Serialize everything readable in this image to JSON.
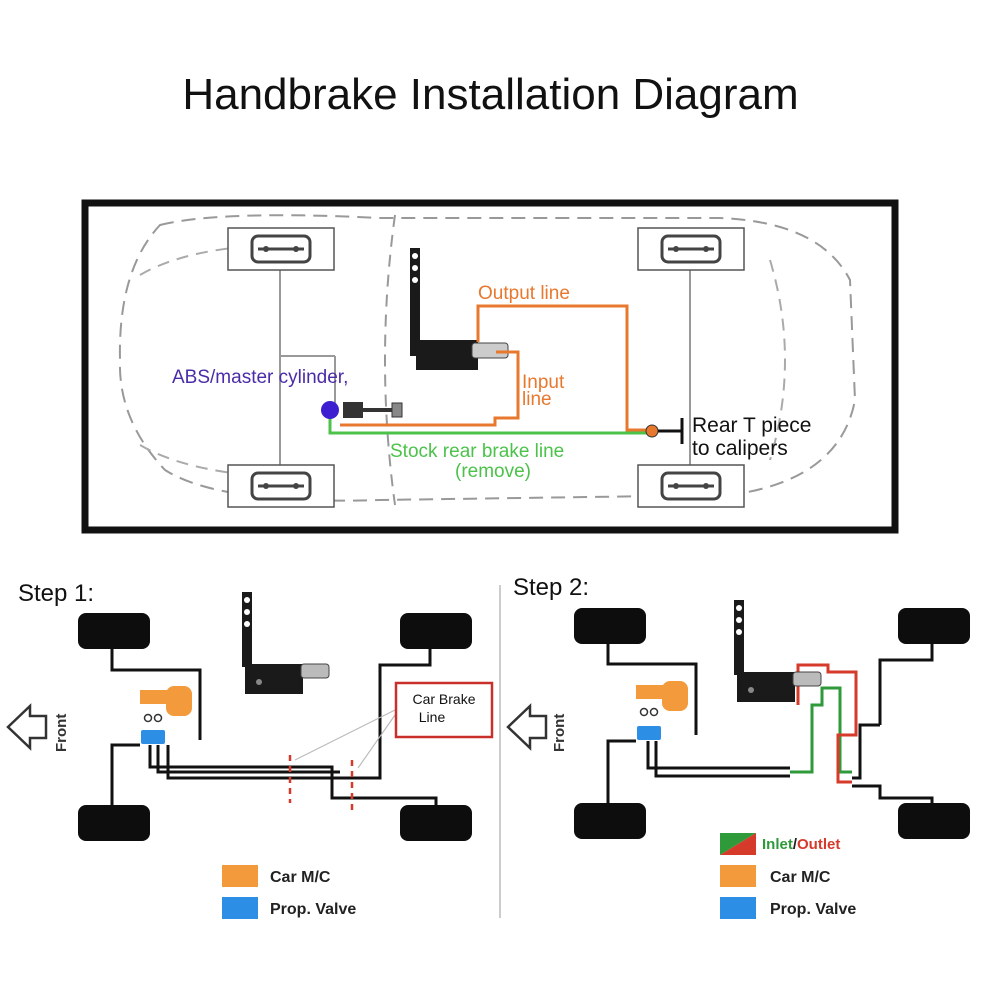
{
  "title": "Handbrake Installation Diagram",
  "overview": {
    "abs_label": "ABS/master cylinder,",
    "output_label": "Output line",
    "input_label_1": "Input",
    "input_label_2": "line",
    "stock_label_1": "Stock rear brake line",
    "stock_label_2": "(remove)",
    "tpiece_label_1": "Rear T piece",
    "tpiece_label_2": "to calipers"
  },
  "step1": {
    "heading": "Step 1:",
    "front_label": "Front",
    "callout_1": "Car Brake",
    "callout_2": "Line",
    "legend": [
      {
        "label": "Car M/C",
        "color": "#f39a3c"
      },
      {
        "label": "Prop. Valve",
        "color": "#2d8ee6"
      }
    ]
  },
  "step2": {
    "heading": "Step 2:",
    "front_label": "Front",
    "legend_inlet": "Inlet",
    "legend_slash": "/",
    "legend_outlet": "Outlet",
    "legend": [
      {
        "label": "Car M/C",
        "color": "#f39a3c"
      },
      {
        "label": "Prop. Valve",
        "color": "#2d8ee6"
      }
    ]
  },
  "colors": {
    "orange_line": "#e8782e",
    "green_line": "#4cc24a",
    "purple_text": "#4b2ca8",
    "inlet_green": "#2e9a3a",
    "outlet_red": "#d63a2a",
    "frame": "#111111"
  }
}
